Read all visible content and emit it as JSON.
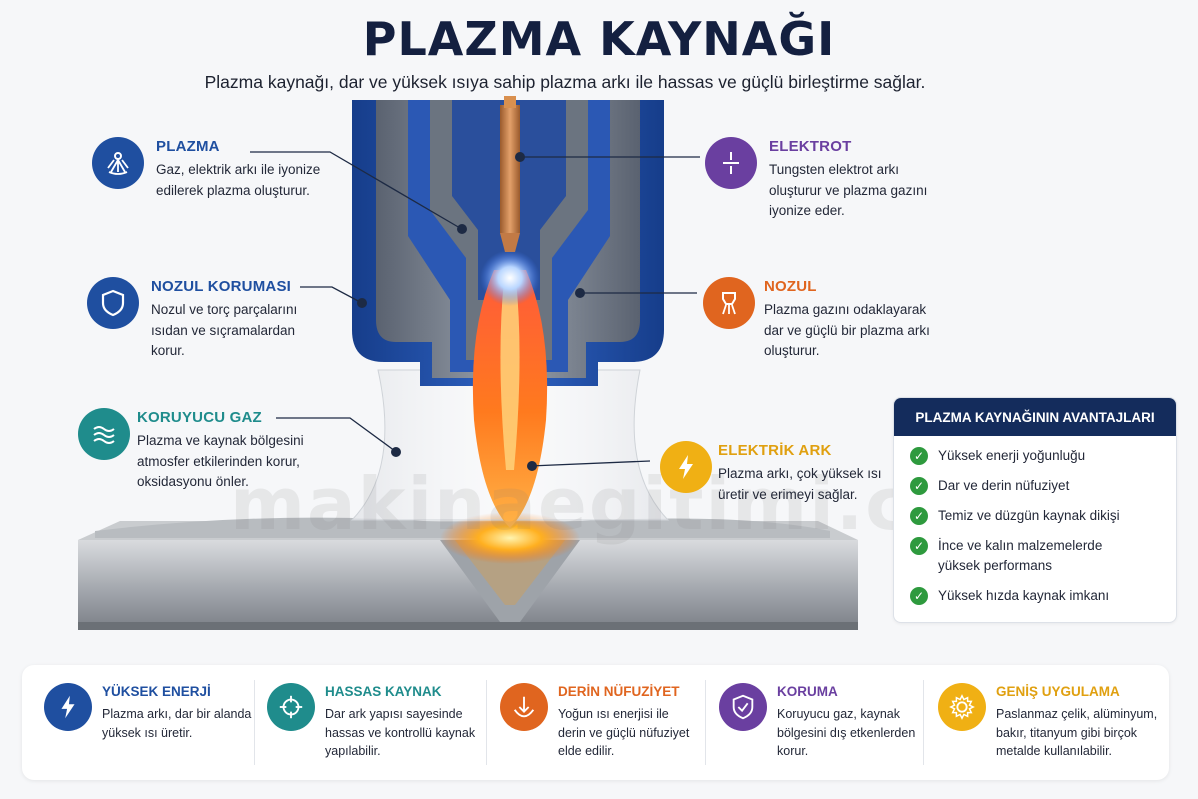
{
  "header": {
    "title": "PLAZMA KAYNAĞI",
    "subtitle": "Plazma kaynağı, dar ve yüksek ısıya sahip plazma arkı ile hassas ve güçlü birleştirme sağlar."
  },
  "callouts": {
    "plazma": {
      "title": "PLAZMA",
      "desc": "Gaz, elektrik arkı ile iyonize edilerek plazma oluşturur.",
      "icon": "plasma-icon",
      "color": "#1f4fa0"
    },
    "nozul_korumasi": {
      "title": "NOZUL KORUMASI",
      "desc": "Nozul ve torç parçalarını ısıdan ve sıçramalardan korur.",
      "icon": "shield-icon",
      "color": "#1f4fa0"
    },
    "koruyucu_gaz": {
      "title": "KORUYUCU GAZ",
      "desc": "Plazma ve kaynak bölgesini atmosfer etkilerinden korur, oksidasyonu önler.",
      "icon": "gas-wave-icon",
      "color": "#1f8c8c"
    },
    "elektrot": {
      "title": "ELEKTROT",
      "desc": "Tungsten elektrot arkı oluşturur ve plazma gazını iyonize eder.",
      "icon": "electrode-icon",
      "color": "#6a3fa0"
    },
    "nozul": {
      "title": "NOZUL",
      "desc": "Plazma gazını odaklayarak dar ve güçlü bir plazma arkı oluşturur.",
      "icon": "nozzle-icon",
      "color": "#e0651f"
    },
    "elektrik_ark": {
      "title": "ELEKTRİK ARK",
      "desc": "Plazma arkı, çok yüksek ısı üretir ve erimeyi sağlar.",
      "icon": "lightning-icon",
      "color": "#e0a010"
    }
  },
  "advantages": {
    "title": "PLAZMA KAYNAĞININ AVANTAJLARI",
    "items": [
      "Yüksek enerji yoğunluğu",
      "Dar ve derin nüfuziyet",
      "Temiz ve düzgün kaynak dikişi",
      "İnce ve kalın malzemelerde yüksek performans",
      "Yüksek hızda kaynak imkanı"
    ]
  },
  "features": [
    {
      "title": "YÜKSEK ENERJİ",
      "desc": "Plazma arkı, dar bir alanda yüksek ısı üretir.",
      "icon": "lightning-icon",
      "color": "#1f4fa0"
    },
    {
      "title": "HASSAS KAYNAK",
      "desc": "Dar ark yapısı sayesinde hassas ve kontrollü kaynak yapılabilir.",
      "icon": "crosshair-icon",
      "color": "#1f8c8c"
    },
    {
      "title": "DERİN NÜFUZİYET",
      "desc": "Yoğun ısı enerjisi ile derin ve güçlü nüfuziyet elde edilir.",
      "icon": "penetration-icon",
      "color": "#e0651f"
    },
    {
      "title": "KORUMA",
      "desc": "Koruyucu gaz, kaynak bölgesini dış etkenlerden korur.",
      "icon": "shield-check-icon",
      "color": "#6a3fa0"
    },
    {
      "title": "GENİŞ UYGULAMA",
      "desc": "Paslanmaz çelik, alüminyum, bakır, titanyum gibi birçok metalde kullanılabilir.",
      "icon": "gear-icon",
      "color": "#e0a010"
    }
  ],
  "watermark": "makinaegitimi.com"
}
